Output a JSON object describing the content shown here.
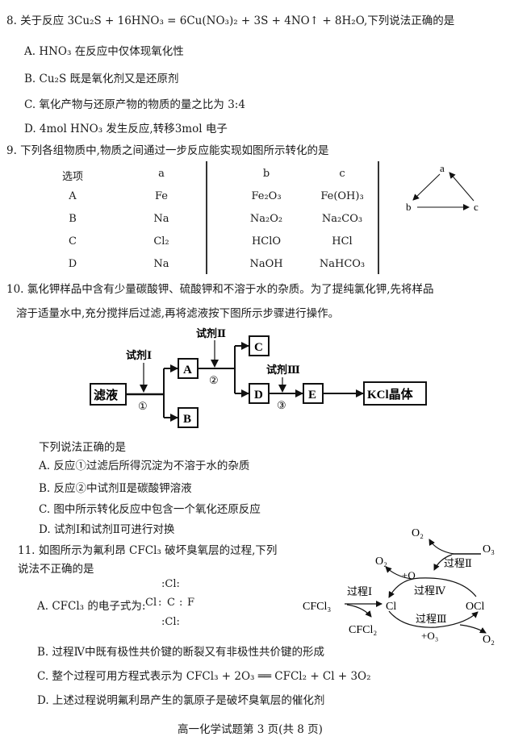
{
  "q8": {
    "stem": "8. 关于反应 3Cu₂S + 16HNO₃ = 6Cu(NO₃)₂ + 3S + 4NO↑ + 8H₂O,下列说法正确的是",
    "options": [
      "A. HNO₃ 在反应中仅体现氧化性",
      "B. Cu₂S 既是氧化剂又是还原剂",
      "C. 氧化产物与还原产物的物质的量之比为 3:4",
      "D. 4mol HNO₃ 发生反应,转移3mol 电子"
    ]
  },
  "q9": {
    "stem": "9. 下列各组物质中,物质之间通过一步反应能实现如图所示转化的是",
    "table": {
      "headers": [
        "选项",
        "a",
        "b",
        "c"
      ],
      "rows": [
        [
          "A",
          "Fe",
          "Fe₂O₃",
          "Fe(OH)₃"
        ],
        [
          "B",
          "Na",
          "Na₂O₂",
          "Na₂CO₃"
        ],
        [
          "C",
          "Cl₂",
          "HClO",
          "HCl"
        ],
        [
          "D",
          "Na",
          "NaOH",
          "NaHCO₃"
        ]
      ]
    },
    "diagram": {
      "nodes": [
        "a",
        "b",
        "c"
      ],
      "edges": [
        "a→b",
        "b→c",
        "c→a"
      ]
    }
  },
  "q10": {
    "stem_line1": "10. 氯化钾样品中含有少量碳酸钾、硫酸钾和不溶于水的杂质。为了提纯氯化钾,先将样品",
    "stem_line2": "溶于适量水中,充分搅拌后过滤,再将滤液按下图所示步骤进行操作。",
    "flow": {
      "start": "滤液",
      "reagent1": "试剂Ⅰ",
      "reagent2": "试剂Ⅱ",
      "reagent3": "试剂Ⅲ",
      "step1": "①",
      "step2": "②",
      "step3": "③",
      "A": "A",
      "B": "B",
      "C": "C",
      "D": "D",
      "E": "E",
      "end": "KCl晶体"
    },
    "prompt": "下列说法正确的是",
    "options": [
      "A. 反应①过滤后所得沉淀为不溶于水的杂质",
      "B. 反应②中试剂Ⅱ是碳酸钾溶液",
      "C. 图中所示转化反应中包含一个氧化还原反应",
      "D. 试剂Ⅰ和试剂Ⅱ可进行对换"
    ]
  },
  "q11": {
    "stem_line1": "11. 如图所示为氟利昂 CFCl₃ 破坏臭氧层的过程,下列",
    "stem_line2": "说法不正确的是",
    "optionA_prefix": "A. CFCl₃ 的电子式为:",
    "lewis": {
      "top": ":Cl:",
      "mid_left": "Cl",
      "center": "C",
      "right": "F",
      "bottom": ":Cl:"
    },
    "diagram": {
      "cfcl3": "CFCl₃",
      "cl": "Cl",
      "ocl": "OCl",
      "cfcl2": "CFCl₂",
      "o3": "O₃",
      "o2_top": "O₂",
      "o2_mid": "O₂",
      "o2_bottom": "O₂",
      "plus_o": "+O",
      "plus_o3": "+O₃",
      "p1": "过程Ⅰ",
      "p2": "过程Ⅱ",
      "p3": "过程Ⅲ",
      "p4": "过程Ⅳ"
    },
    "options": [
      "B. 过程Ⅳ中既有极性共价键的断裂又有非极性共价键的形成",
      "C. 整个过程可用方程式表示为 CFCl₃ + 2O₃ ══ CFCl₂ + Cl + 3O₂",
      "D. 上述过程说明氟利昂产生的氯原子是破坏臭氧层的催化剂"
    ]
  },
  "footer": "高一化学试题第 3 页(共 8 页)"
}
